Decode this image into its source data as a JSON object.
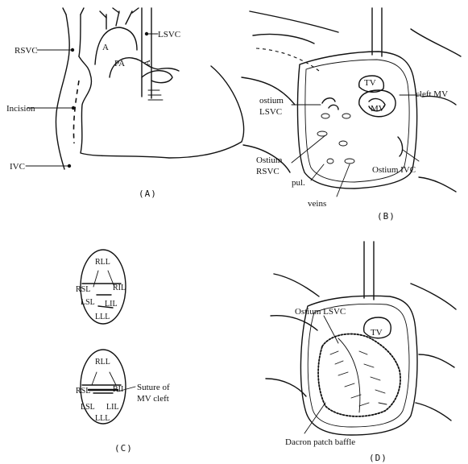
{
  "panel_a": {
    "caption": "(A)",
    "labels": {
      "rsvc": "RSVC",
      "lsvc": "LSVC",
      "a_top": "A",
      "pa": "PA",
      "a_side": "A",
      "incision": "Incision",
      "ivc": "IVC"
    }
  },
  "panel_b": {
    "caption": "(B)",
    "labels": {
      "tv": "TV",
      "cleft_mv": "cleft MV",
      "ostium_lsvc_1": "ostium",
      "ostium_lsvc_2": "LSVC",
      "mv": "MV",
      "ostium_rsvc_1": "Ostium",
      "ostium_rsvc_2": "RSVC",
      "pul": "pul.",
      "veins": "veins",
      "ostium_ivc": "Ostium IVC"
    }
  },
  "panel_c": {
    "caption": "(C)",
    "upper": {
      "rll": "RLL",
      "rsl": "RSL",
      "ril": "RIL",
      "lsl": "LSL",
      "lil": "LIL",
      "lll": "LLL"
    },
    "lower": {
      "rll": "RLL",
      "rsl": "RSL",
      "ril": "RII",
      "lsl": "LSL",
      "lil": "LIL",
      "lll": "LLL"
    },
    "suture_1": "Suture of",
    "suture_2": "MV cleft"
  },
  "panel_d": {
    "caption": "(D)",
    "labels": {
      "ostium_lsvc": "Ostium LSVC",
      "tv": "TV",
      "dacron": "Dacron patch baffle"
    }
  }
}
